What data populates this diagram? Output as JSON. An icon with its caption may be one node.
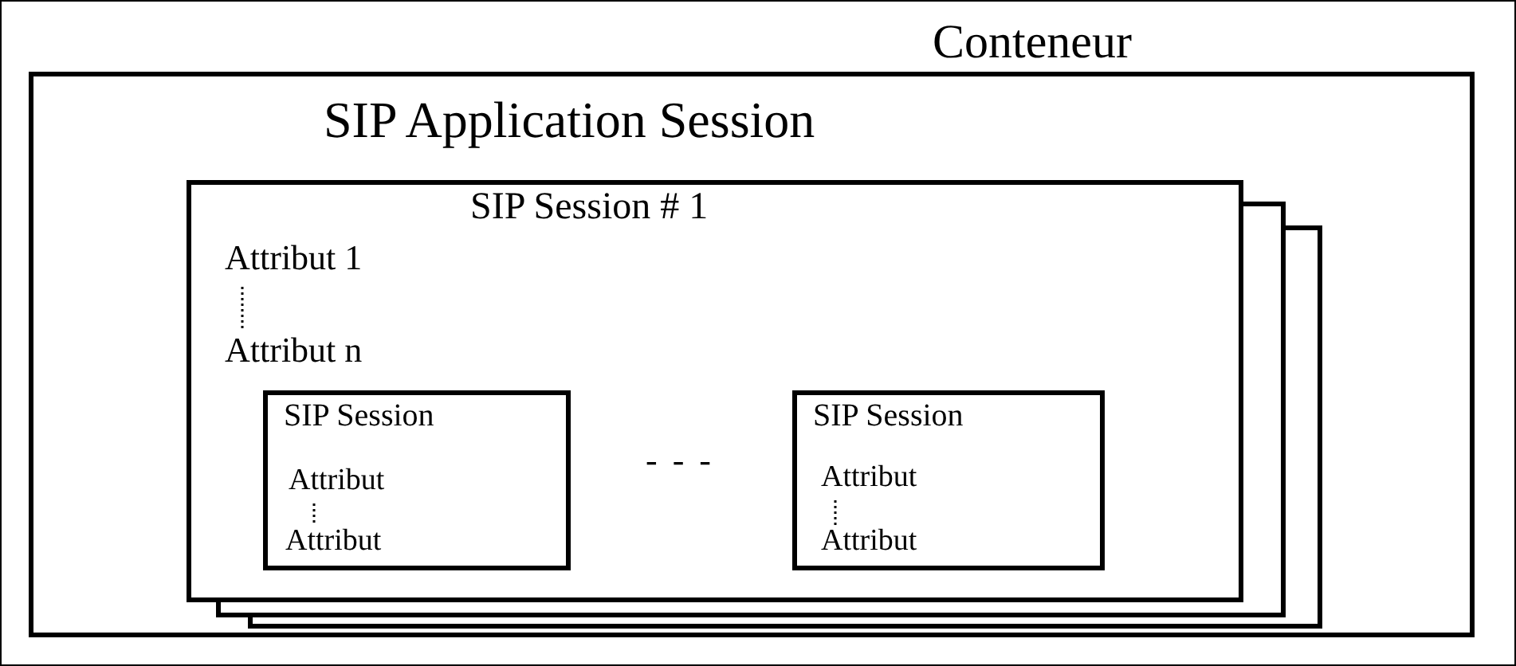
{
  "diagram": {
    "nodes": [
      {
        "text": [
          "Conteneur"
        ]
      },
      {
        "text": [
          "SIP Application Session"
        ],
        "in": 0
      },
      {
        "text": [
          "SIP Session # 1",
          "Attribut 1",
          "Attribut n"
        ],
        "in": 1
      },
      {
        "text": [
          "SIP Session",
          "Attribut",
          "Attribut"
        ],
        "in": 2
      },
      {
        "text": [
          "SIP Session",
          "Attribut",
          "Attribut"
        ],
        "in": 2
      }
    ],
    "labels": [
      "- - -"
    ]
  }
}
